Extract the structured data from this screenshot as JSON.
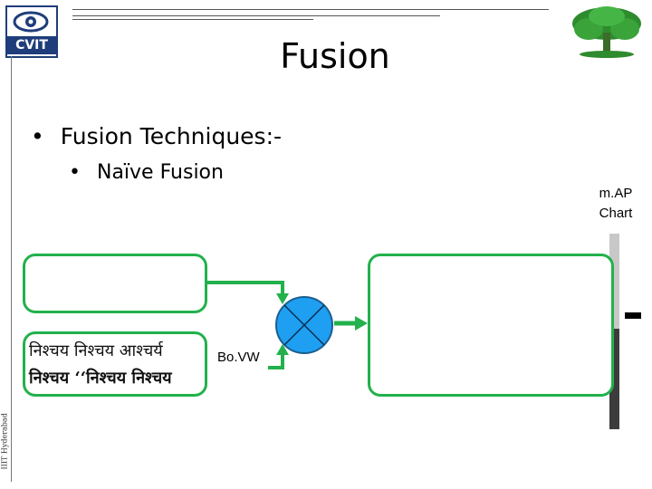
{
  "header": {
    "logo_text": "CVIT",
    "title": "Fusion",
    "side_text": "IIIT Hyderabad"
  },
  "bullets": {
    "level1": "Fusion Techniques:-",
    "level2": "Naïve Fusion",
    "dot": "•"
  },
  "chart": {
    "label_line1": "m.AP",
    "label_line2": "Chart",
    "level_fraction": 0.49
  },
  "diagram": {
    "devanagari_line1": "निश्चय निश्चय आश्चर्य",
    "devanagari_line2": "निश्चय ‘‘निश्चय निश्चय",
    "bovw_label": "Bo.VW"
  },
  "colors": {
    "box_border": "#22b14c",
    "arrow": "#22b14c",
    "circle_fill": "#1e9ff2",
    "bar_light": "#c8c8c8",
    "bar_dark": "#3c3c3c",
    "logo_blue": "#1f3d7a",
    "tree_green": "#2e8b2e"
  }
}
